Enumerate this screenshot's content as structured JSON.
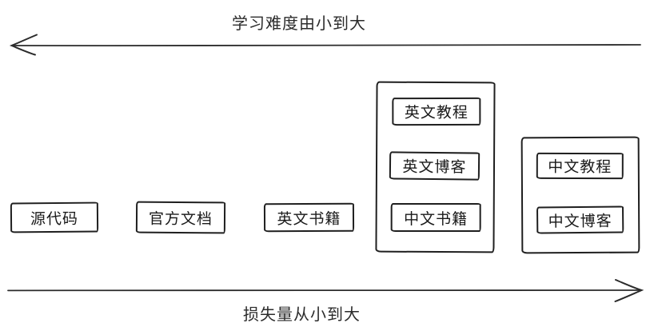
{
  "axes": {
    "top": {
      "label": "学习难度由小到大",
      "direction": "left"
    },
    "bottom": {
      "label": "损失量从小到大",
      "direction": "right"
    }
  },
  "nodes": [
    {
      "label": "源代码"
    },
    {
      "label": "官方文档"
    },
    {
      "label": "英文书籍"
    }
  ],
  "groups": [
    {
      "items": [
        {
          "label": "英文教程"
        },
        {
          "label": "英文博客"
        },
        {
          "label": "中文书籍"
        }
      ]
    },
    {
      "items": [
        {
          "label": "中文教程"
        },
        {
          "label": "中文博客"
        }
      ]
    }
  ],
  "colors": {
    "ink": "#1f1f1f",
    "background": "#ffffff"
  }
}
